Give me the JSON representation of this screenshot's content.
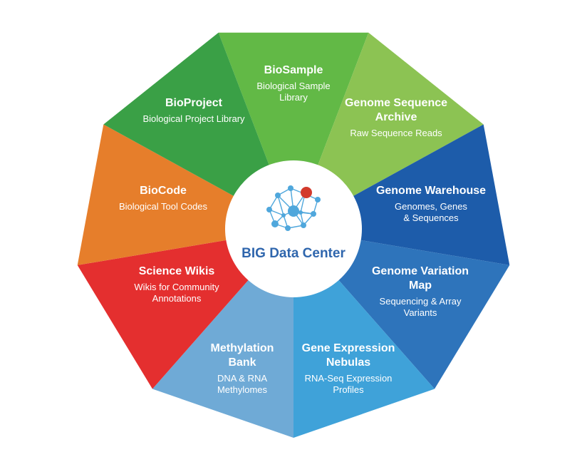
{
  "diagram": {
    "center": {
      "title": "BIG Data Center",
      "logo_icon": "network-nodes-icon",
      "logo_colors": {
        "nodes": "#4fa7dc",
        "accent_node": "#d33a2c"
      }
    },
    "segments": [
      {
        "id": "biosample",
        "title": [
          "BioSample"
        ],
        "subtitle": [
          "Biological Sample",
          "Library"
        ],
        "color": "#62b946"
      },
      {
        "id": "genome-sequence-archive",
        "title": [
          "Genome Sequence",
          "Archive"
        ],
        "subtitle": [
          "Raw Sequence Reads"
        ],
        "color": "#8cc353"
      },
      {
        "id": "genome-warehouse",
        "title": [
          "Genome Warehouse"
        ],
        "subtitle": [
          "Genomes, Genes",
          "& Sequences"
        ],
        "color": "#1d5caa"
      },
      {
        "id": "genome-variation-map",
        "title": [
          "Genome Variation",
          "Map"
        ],
        "subtitle": [
          "Sequencing & Array",
          "Variants"
        ],
        "color": "#2e74bb"
      },
      {
        "id": "gene-expression-nebulas",
        "title": [
          "Gene Expression",
          "Nebulas"
        ],
        "subtitle": [
          "RNA-Seq Expression",
          "Profiles"
        ],
        "color": "#3fa2d9"
      },
      {
        "id": "methylation-bank",
        "title": [
          "Methylation",
          "Bank"
        ],
        "subtitle": [
          "DNA & RNA",
          "Methylomes"
        ],
        "color": "#6faad6"
      },
      {
        "id": "science-wikis",
        "title": [
          "Science Wikis"
        ],
        "subtitle": [
          "Wikis for Community",
          "Annotations"
        ],
        "color": "#e42f2f"
      },
      {
        "id": "biocode",
        "title": [
          "BioCode"
        ],
        "subtitle": [
          "Biological Tool Codes"
        ],
        "color": "#e67e2b"
      },
      {
        "id": "bioproject",
        "title": [
          "BioProject"
        ],
        "subtitle": [
          "Biological Project Library"
        ],
        "color": "#3aa046"
      }
    ]
  }
}
